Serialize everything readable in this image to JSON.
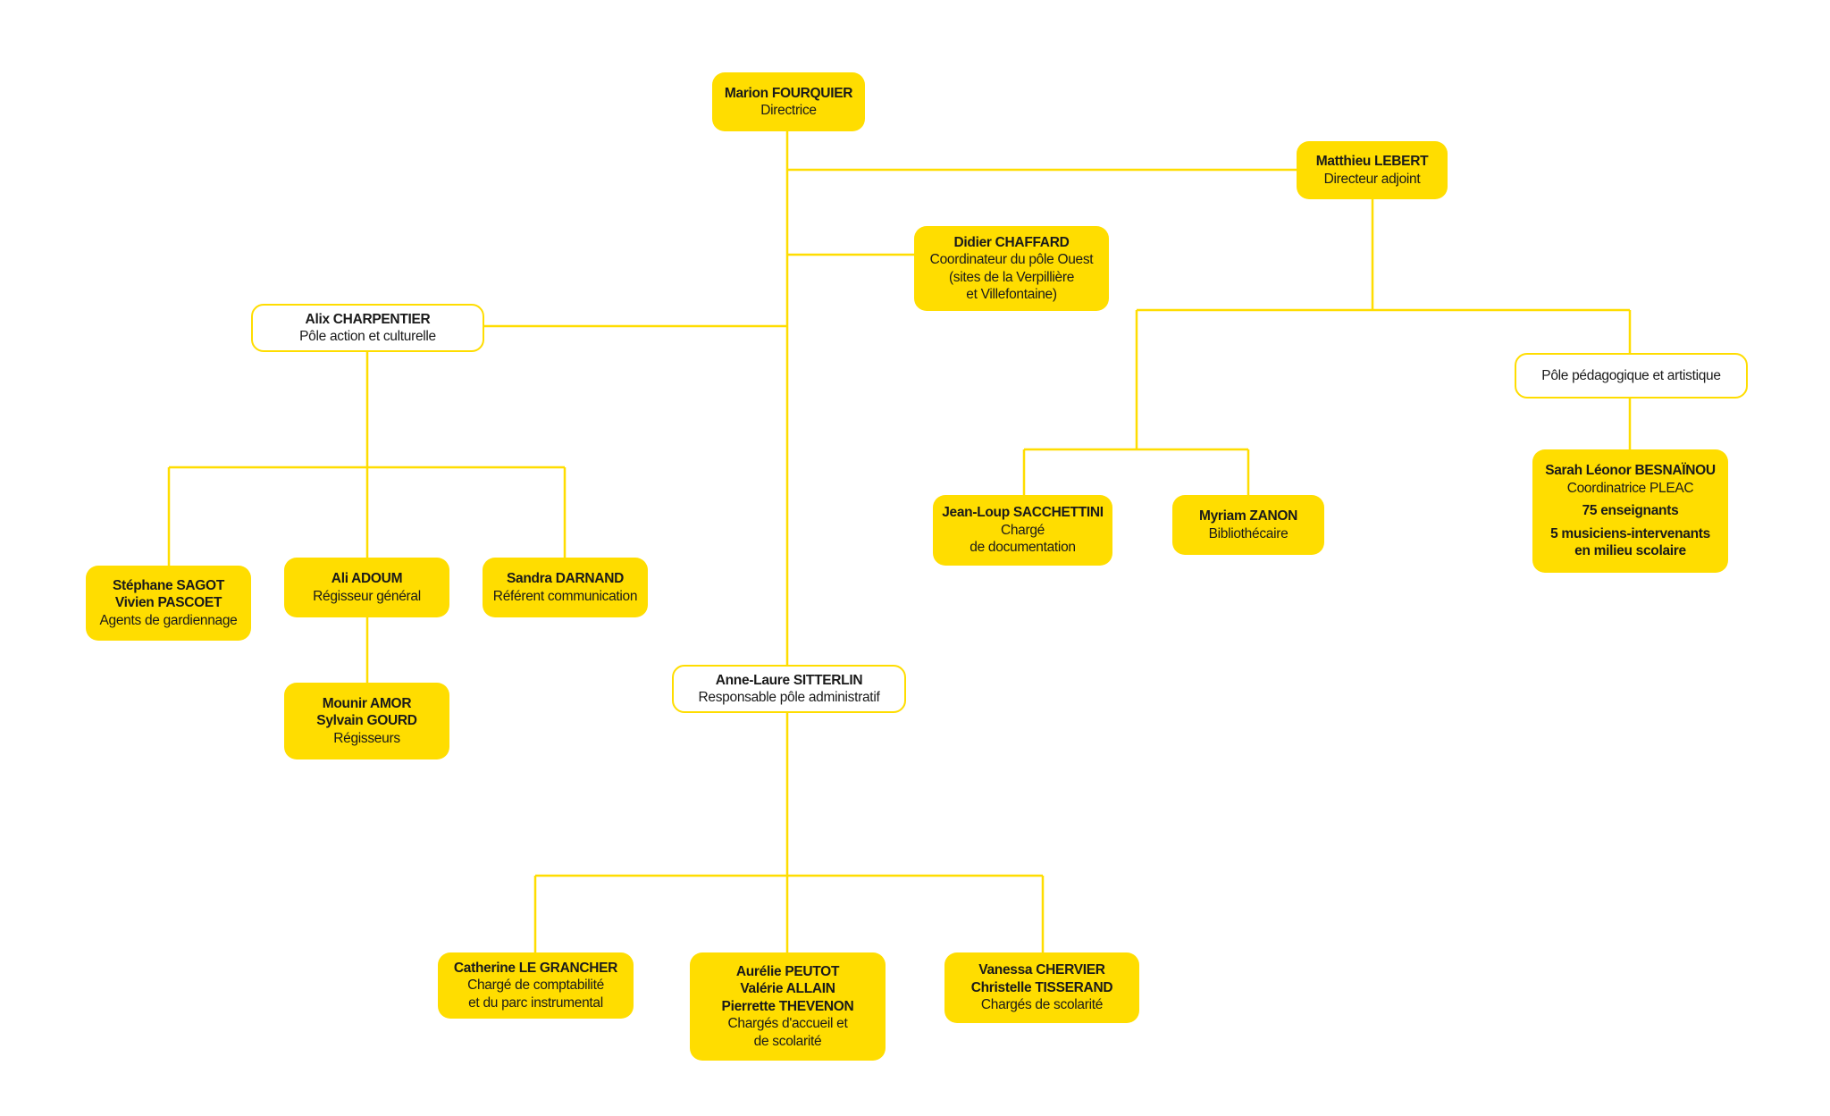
{
  "accent_color": "#FFDD00",
  "nodes": {
    "marion": [
      "Marion FOURQUIER",
      "Directrice"
    ],
    "matthieu": [
      "Matthieu LEBERT",
      "Directeur adjoint"
    ],
    "didier": [
      "Didier CHAFFARD",
      "Coordinateur du pôle Ouest",
      "(sites de la Verpillière",
      "et Villefontaine)"
    ],
    "alix": [
      "Alix CHARPENTIER",
      "Pôle action et culturelle"
    ],
    "pole_peda": [
      "Pôle pédagogique et artistique"
    ],
    "jeanloup": [
      "Jean-Loup SACCHETTINI",
      "Chargé",
      "de documentation"
    ],
    "myriam": [
      "Myriam ZANON",
      "Bibliothécaire"
    ],
    "sarah": [
      "Sarah Léonor BESNAÏNOU",
      "Coordinatrice PLEAC",
      "75 enseignants",
      "5 musiciens-intervenants",
      "en milieu scolaire"
    ],
    "stephane": [
      "Stéphane SAGOT",
      "Vivien PASCOET",
      "Agents de gardiennage"
    ],
    "ali": [
      "Ali ADOUM",
      "Régisseur général"
    ],
    "sandra": [
      "Sandra DARNAND",
      "Référent communication"
    ],
    "mounir": [
      "Mounir AMOR",
      "Sylvain GOURD",
      "Régisseurs"
    ],
    "annelaure": [
      "Anne-Laure SITTERLIN",
      "Responsable pôle administratif"
    ],
    "catherine": [
      "Catherine LE GRANCHER",
      "Chargé de comptabilité",
      "et du parc instrumental"
    ],
    "aurelie": [
      "Aurélie PEUTOT",
      "Valérie ALLAIN",
      "Pierrette THEVENON",
      "Chargés d'accueil et",
      "de scolarité"
    ],
    "vanessa": [
      "Vanessa CHERVIER",
      "Christelle TISSERAND",
      "Chargés de scolarité"
    ]
  }
}
